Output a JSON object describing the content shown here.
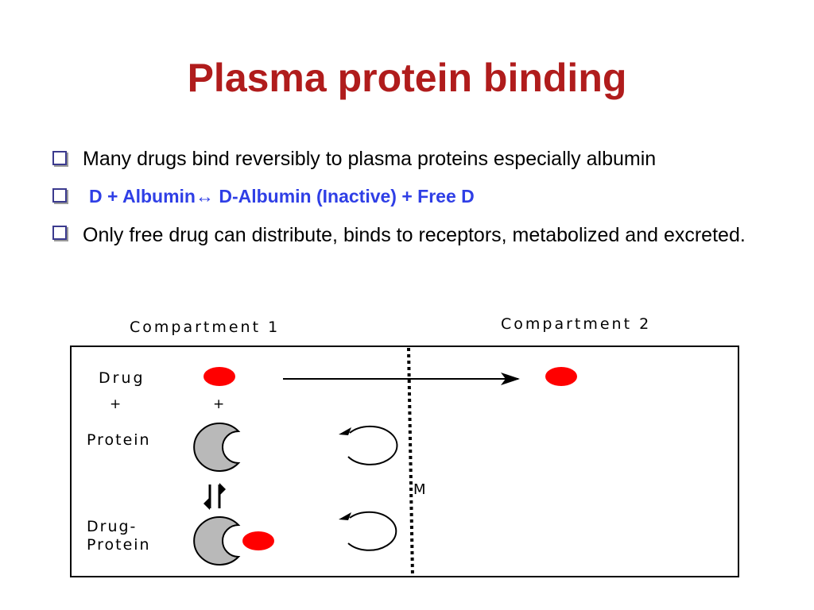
{
  "slide": {
    "title": "Plasma protein binding",
    "bullets": [
      "Many drugs bind reversibly to plasma proteins especially albumin",
      "D + Albumin↔ D-Albumin (Inactive) + Free D",
      "Only free drug can distribute, binds to receptors, metabolized and excreted."
    ]
  },
  "diagram": {
    "compartment1_label": "Compartment 1",
    "compartment2_label": "Compartment 2",
    "drug_label": "Drug",
    "plus": "+",
    "protein_label": "Protein",
    "drug_protein_line1": "Drug-",
    "drug_protein_line2": "Protein",
    "membrane_label": "M"
  },
  "colors": {
    "title": "#b01c1c",
    "formula": "#2f3fe6",
    "drug": "#ff0000",
    "protein": "#b9b9b9"
  }
}
